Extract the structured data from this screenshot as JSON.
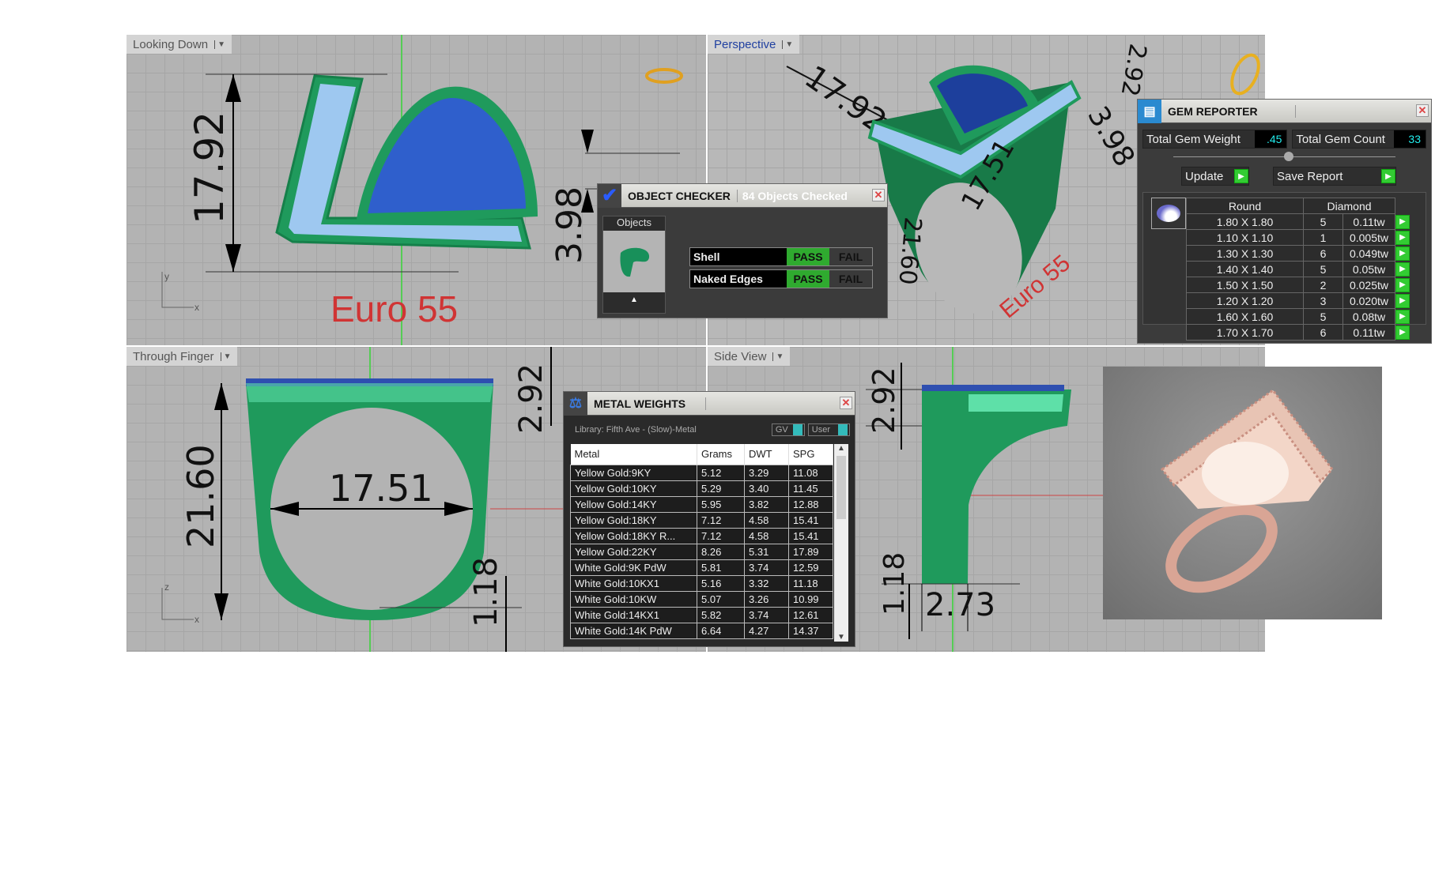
{
  "viewports": {
    "top_left": {
      "label": "Looking Down",
      "dims": [
        "17.92",
        "3.98"
      ],
      "text": "Euro 55",
      "axis": [
        "y",
        "x"
      ]
    },
    "top_right": {
      "label": "Perspective",
      "dims": [
        "17.92",
        "3.98",
        "17.51",
        "2.92",
        "21.60"
      ],
      "text": "Euro 55"
    },
    "bottom_left": {
      "label": "Through Finger",
      "dims": [
        "21.60",
        "17.51",
        "2.92",
        "1.18"
      ],
      "axis": [
        "z",
        "x"
      ]
    },
    "bottom_right": {
      "label": "Side View",
      "dims": [
        "2.92",
        "1.18",
        "2.73"
      ]
    }
  },
  "object_checker": {
    "title": "OBJECT CHECKER",
    "status": "84  Objects Checked",
    "objects_label": "Objects",
    "checks": [
      {
        "name": "Shell",
        "pass": "PASS",
        "fail": "FAIL"
      },
      {
        "name": "Naked Edges",
        "pass": "PASS",
        "fail": "FAIL"
      }
    ]
  },
  "gem_reporter": {
    "title": "GEM REPORTER",
    "total_weight_label": "Total Gem Weight",
    "total_weight": ".45",
    "total_count_label": "Total Gem Count",
    "total_count": "33",
    "update_label": "Update",
    "save_label": "Save Report",
    "shape": "Round",
    "material": "Diamond",
    "rows": [
      {
        "size": "1.80 X 1.80",
        "count": "5",
        "weight": "0.11tw"
      },
      {
        "size": "1.10 X 1.10",
        "count": "1",
        "weight": "0.005tw"
      },
      {
        "size": "1.30 X 1.30",
        "count": "6",
        "weight": "0.049tw"
      },
      {
        "size": "1.40 X 1.40",
        "count": "5",
        "weight": "0.05tw"
      },
      {
        "size": "1.50 X 1.50",
        "count": "2",
        "weight": "0.025tw"
      },
      {
        "size": "1.20 X 1.20",
        "count": "3",
        "weight": "0.020tw"
      },
      {
        "size": "1.60 X 1.60",
        "count": "5",
        "weight": "0.08tw"
      },
      {
        "size": "1.70 X 1.70",
        "count": "6",
        "weight": "0.11tw"
      }
    ]
  },
  "metal_weights": {
    "title": "METAL WEIGHTS",
    "library": "Library: Fifth Ave - (Slow)-Metal",
    "gv_label": "GV",
    "user_label": "User",
    "columns": [
      "Metal",
      "Grams",
      "DWT",
      "SPG"
    ],
    "rows": [
      [
        "Yellow Gold:9KY",
        "5.12",
        "3.29",
        "11.08"
      ],
      [
        "Yellow Gold:10KY",
        "5.29",
        "3.40",
        "11.45"
      ],
      [
        "Yellow Gold:14KY",
        "5.95",
        "3.82",
        "12.88"
      ],
      [
        "Yellow Gold:18KY",
        "7.12",
        "4.58",
        "15.41"
      ],
      [
        "Yellow Gold:18KY R...",
        "7.12",
        "4.58",
        "15.41"
      ],
      [
        "Yellow Gold:22KY",
        "8.26",
        "5.31",
        "17.89"
      ],
      [
        "White Gold:9K PdW",
        "5.81",
        "3.74",
        "12.59"
      ],
      [
        "White Gold:10KX1",
        "5.16",
        "3.32",
        "11.18"
      ],
      [
        "White Gold:10KW",
        "5.07",
        "3.26",
        "10.99"
      ],
      [
        "White Gold:14KX1",
        "5.82",
        "3.74",
        "12.61"
      ],
      [
        "White Gold:14K PdW",
        "6.64",
        "4.27",
        "14.37"
      ]
    ]
  }
}
